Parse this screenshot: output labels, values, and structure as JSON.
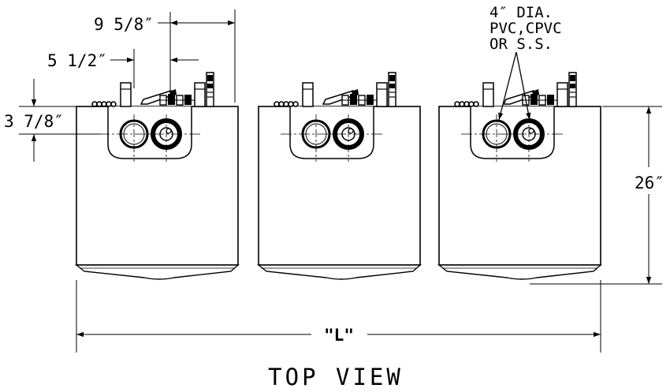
{
  "drawing": {
    "title": "TOP VIEW",
    "dimensions": {
      "dim_9_5_8": "9 5/8″",
      "dim_5_1_2": "5 1/2″",
      "dim_3_7_8": "3 7/8″",
      "dim_26": "26″",
      "dim_L": "\"L\""
    },
    "callout": {
      "line1": "4″ DIA.",
      "line2": "PVC,CPVC",
      "line3": "OR S.S."
    }
  },
  "colors": {
    "line": "#000000",
    "background": "#ffffff"
  }
}
